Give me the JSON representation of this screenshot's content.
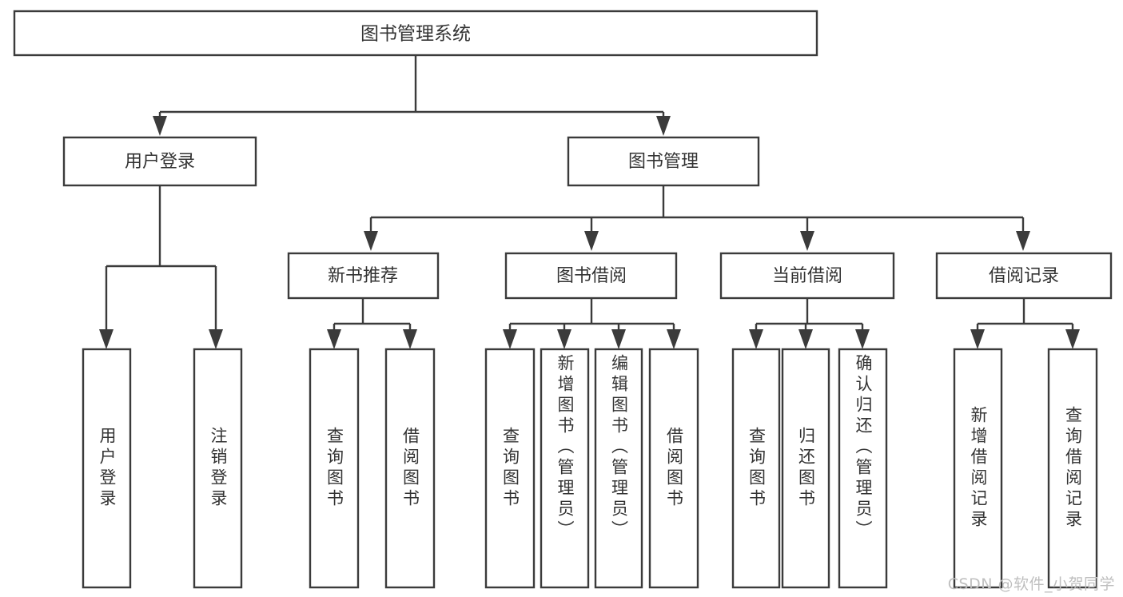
{
  "diagram": {
    "title": "图书管理系统",
    "type": "tree-hierarchy",
    "colors": {
      "stroke": "#3b3b3b",
      "fill": "#ffffff",
      "text": "#333333",
      "watermark": "#bfbfbf",
      "background": "#ffffff"
    },
    "root": {
      "label": "图书管理系统"
    },
    "level1": [
      {
        "label": "用户登录"
      },
      {
        "label": "图书管理"
      }
    ],
    "level2": [
      {
        "label": "新书推荐"
      },
      {
        "label": "图书借阅"
      },
      {
        "label": "当前借阅"
      },
      {
        "label": "借阅记录"
      }
    ],
    "leaves": {
      "user_login": [
        {
          "label": "用户登录"
        },
        {
          "label": "注销登录"
        }
      ],
      "new_book_recommend": [
        {
          "label": "查询图书"
        },
        {
          "label": "借阅图书"
        }
      ],
      "book_borrow": [
        {
          "label": "查询图书"
        },
        {
          "label": "新增图书（管理员）"
        },
        {
          "label": "编辑图书（管理员）"
        },
        {
          "label": "借阅图书"
        }
      ],
      "current_borrow": [
        {
          "label": "查询图书"
        },
        {
          "label": "归还图书"
        },
        {
          "label": "确认归还（管理员）"
        }
      ],
      "borrow_records": [
        {
          "label": "新增借阅记录"
        },
        {
          "label": "查询借阅记录"
        }
      ]
    },
    "watermark": "CSDN @软件_小贺同学"
  }
}
